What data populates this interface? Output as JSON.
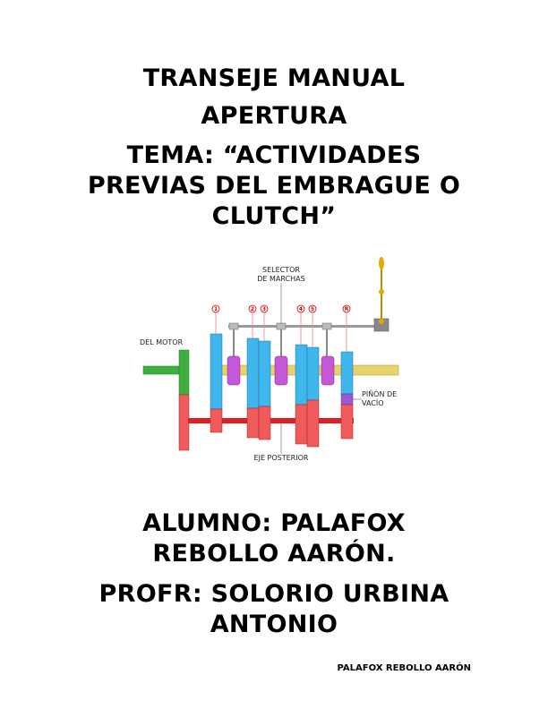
{
  "title": {
    "line1": "TRANSEJE MANUAL",
    "line2": "APERTURA",
    "line3": "TEMA: “ACTIVIDADES",
    "line4": "PREVIAS DEL EMBRAGUE O",
    "line5": "CLUTCH”"
  },
  "diagram": {
    "labels": {
      "selector_1": "SELECTOR",
      "selector_2": "DE MARCHAS",
      "motor": "DEL MOTOR",
      "pinion_1": "PIÑÓN DE",
      "pinion_2": "VACÍO",
      "eje": "EJE POSTERIOR"
    },
    "gears": [
      "1",
      "2",
      "3",
      "4",
      "5",
      "R"
    ],
    "colors": {
      "input_shaft": "#3fae3f",
      "main_gear": "#3fb6ec",
      "counter_gear": "#ef5a5a",
      "synchro": "#c458d6",
      "output_shaft": "#e8d36a",
      "idler": "#9b59d6"
    }
  },
  "info": {
    "alumno_1": "ALUMNO: PALAFOX",
    "alumno_2": "REBOLLO AARÓN.",
    "profr_1": "PROFR: SOLORIO URBINA",
    "profr_2": "ANTONIO"
  },
  "footer": {
    "author": "PALAFOX REBOLLO AARÓN"
  }
}
